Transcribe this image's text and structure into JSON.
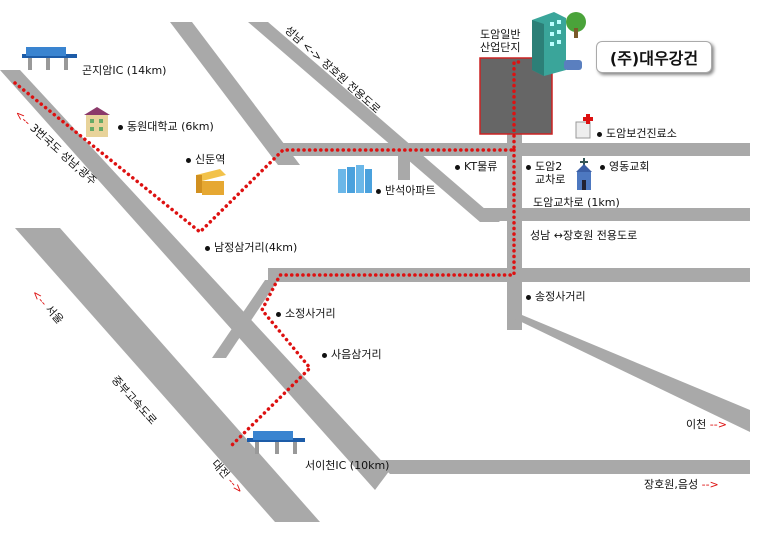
{
  "labels": {
    "gonjiam_ic": "곤지암IC (14km)",
    "dongwon_univ": "동원대학교 (6km)",
    "sindun_station": "신둔역",
    "namjeong_intersection": "남정삼거리(4km)",
    "banseok_apt": "반석아파트",
    "kt_logistics": "KT물류",
    "doam_complex_line1": "도암일반",
    "doam_complex_line2": "산업단지",
    "company": "(주)대우강건",
    "health_clinic": "도암보건진료소",
    "doam2_line1": "도암2",
    "doam2_line2": "교차로",
    "yeongdong_church": "영동교회",
    "doam_intersection": "도암교차로 (1km)",
    "seongnam_janghowon_road": "성남 ↔장호원 전용도로",
    "songjeong_intersection": "송정사거리",
    "sojeong_intersection": "소정사거리",
    "saeum_intersection": "사음삼거리",
    "seoicheon_ic": "서이천IC (10km)",
    "icheon_dir": "이천",
    "janghowon_dir": "장호원,음성",
    "vertical_road": "성남 <-> 장호원 전용도로",
    "route3": "3번국도 성남,광주",
    "seoul_dir": "서울",
    "expressway": "중부고속도로",
    "daejeon_dir": "대전"
  },
  "icons": [
    "highway-toll-icon",
    "university-building-icon",
    "station-building-icon",
    "apartment-icon",
    "company-building-icon",
    "clinic-icon",
    "church-icon"
  ],
  "colors": {
    "road": "#a9a9a9",
    "route": "#dd1111",
    "complex": "#666666"
  }
}
